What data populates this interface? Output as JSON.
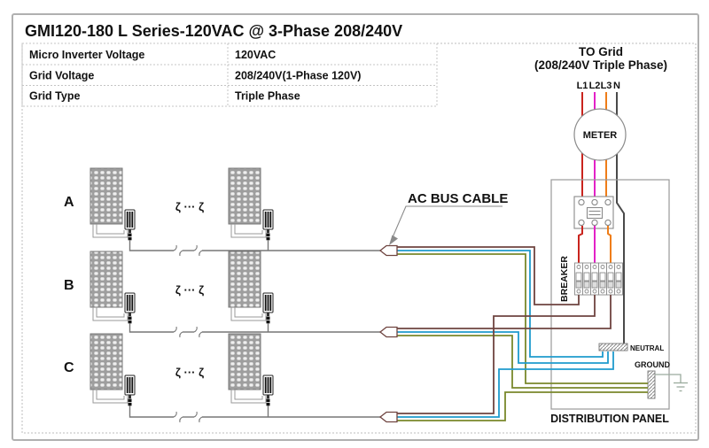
{
  "title": "GMI120-180 L Series-120VAC @ 3-Phase 208/240V",
  "spec_table": {
    "rows": [
      {
        "label": "Micro Inverter Voltage",
        "value": "120VAC"
      },
      {
        "label": "Grid  Voltage",
        "value": "208/240V(1-Phase 120V)"
      },
      {
        "label": "Grid Type",
        "value": "Triple Phase"
      }
    ]
  },
  "to_grid": {
    "line1": "TO Grid",
    "line2": "(208/240V Triple Phase)"
  },
  "phase_labels": {
    "l1": "L1",
    "l2": "L2",
    "l3": "L3",
    "n": "N"
  },
  "labels": {
    "meter": "METER",
    "breaker": "BREAKER",
    "neutral": "NEUTRAL",
    "ground": "GROUND",
    "distribution_panel": "DISTRIBUTION PANEL",
    "ac_bus_cable": "AC BUS CABLE"
  },
  "rows": [
    {
      "label": "A"
    },
    {
      "label": "B"
    },
    {
      "label": "C"
    }
  ],
  "symbols": {
    "continuation": "ζ ··· ζ"
  },
  "colors": {
    "phase_l1": "#c9241e",
    "phase_l2": "#e321c7",
    "phase_l3": "#ef7d18",
    "neutral_service": "#4a4a4a",
    "branch_line": "#6f4440",
    "branch_neutral": "#1f9bcd",
    "branch_ground": "#79882b",
    "bus_gray": "#777777"
  }
}
